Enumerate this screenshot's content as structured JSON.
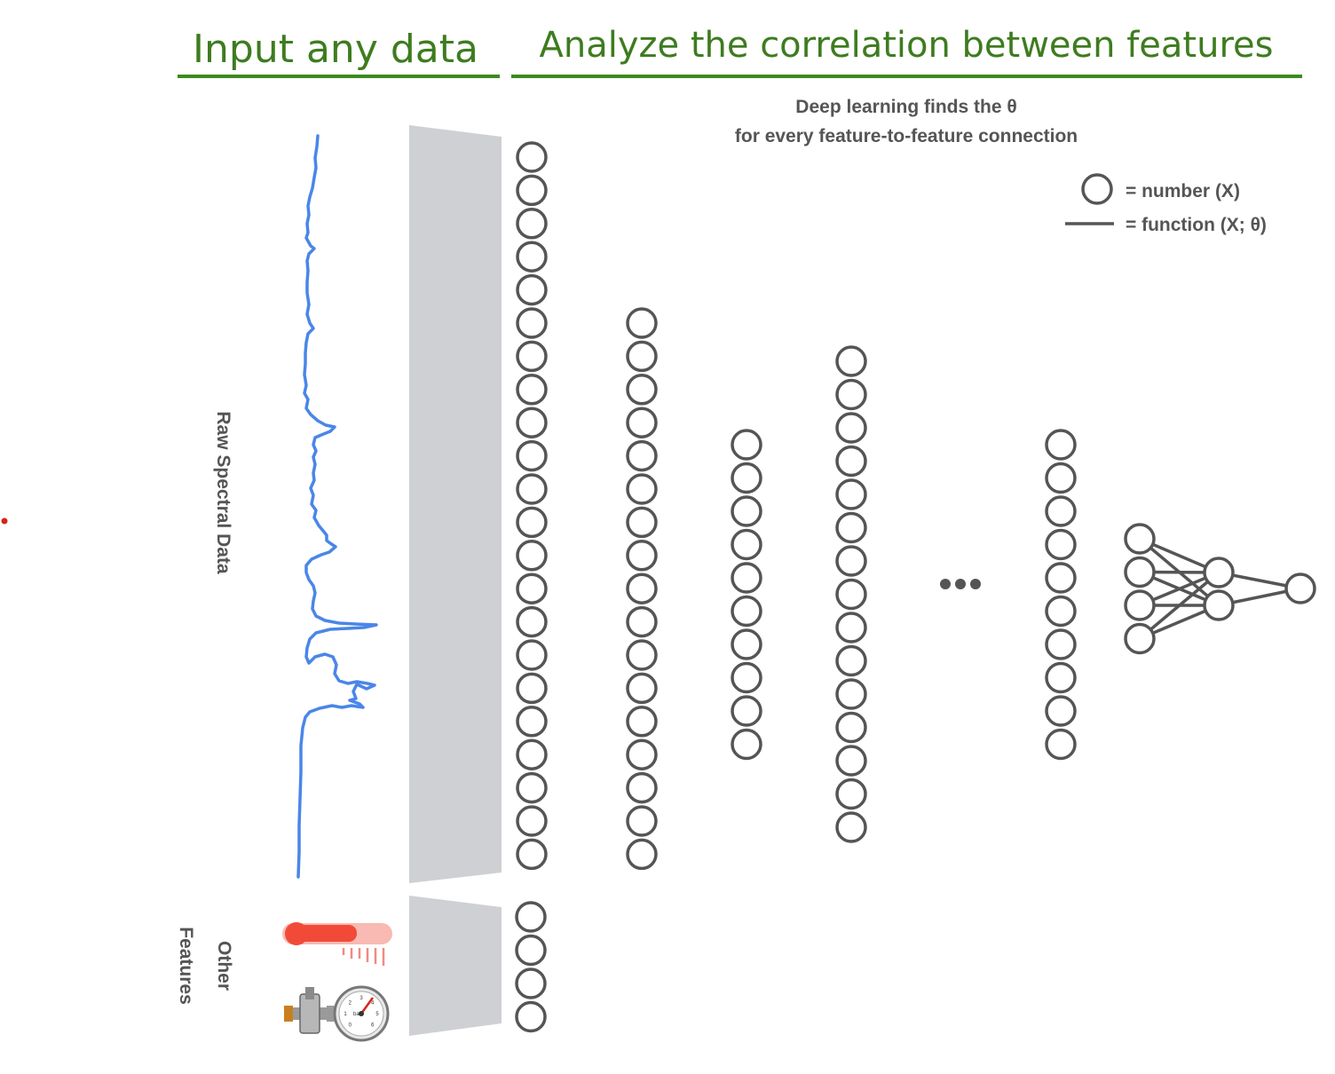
{
  "headings": {
    "input": "Input any data",
    "analyze": "Analyze the correlation between features"
  },
  "caption": {
    "line1": "Deep learning finds the θ",
    "line2": "for every feature-to-feature connection"
  },
  "legend": {
    "node_label": "= number (X)",
    "edge_label": "= function (X; θ)"
  },
  "labels": {
    "raw_spectral": "Raw Spectral Data",
    "other_line1": "Other",
    "other_line2": "Features"
  },
  "network": {
    "layer_node_counts": [
      22,
      17,
      10,
      15,
      10
    ],
    "other_features_nodes": 4,
    "ellipsis_dots": 3,
    "final_block": [
      4,
      2,
      1
    ]
  },
  "gauge": {
    "unit": "bar",
    "ticks": [
      "0",
      "1",
      "2",
      "3",
      "4",
      "5",
      "6"
    ]
  },
  "colors": {
    "heading": "#3e7c1f",
    "underline": "#3a8a1e",
    "node_stroke": "#555555",
    "spectrum": "#4a86e8",
    "funnel": "#cfd0d3",
    "thermometer": "#f24a38",
    "marker_dot": "#d62418"
  },
  "icons": [
    "thermometer-icon",
    "pressure-gauge-icon"
  ]
}
